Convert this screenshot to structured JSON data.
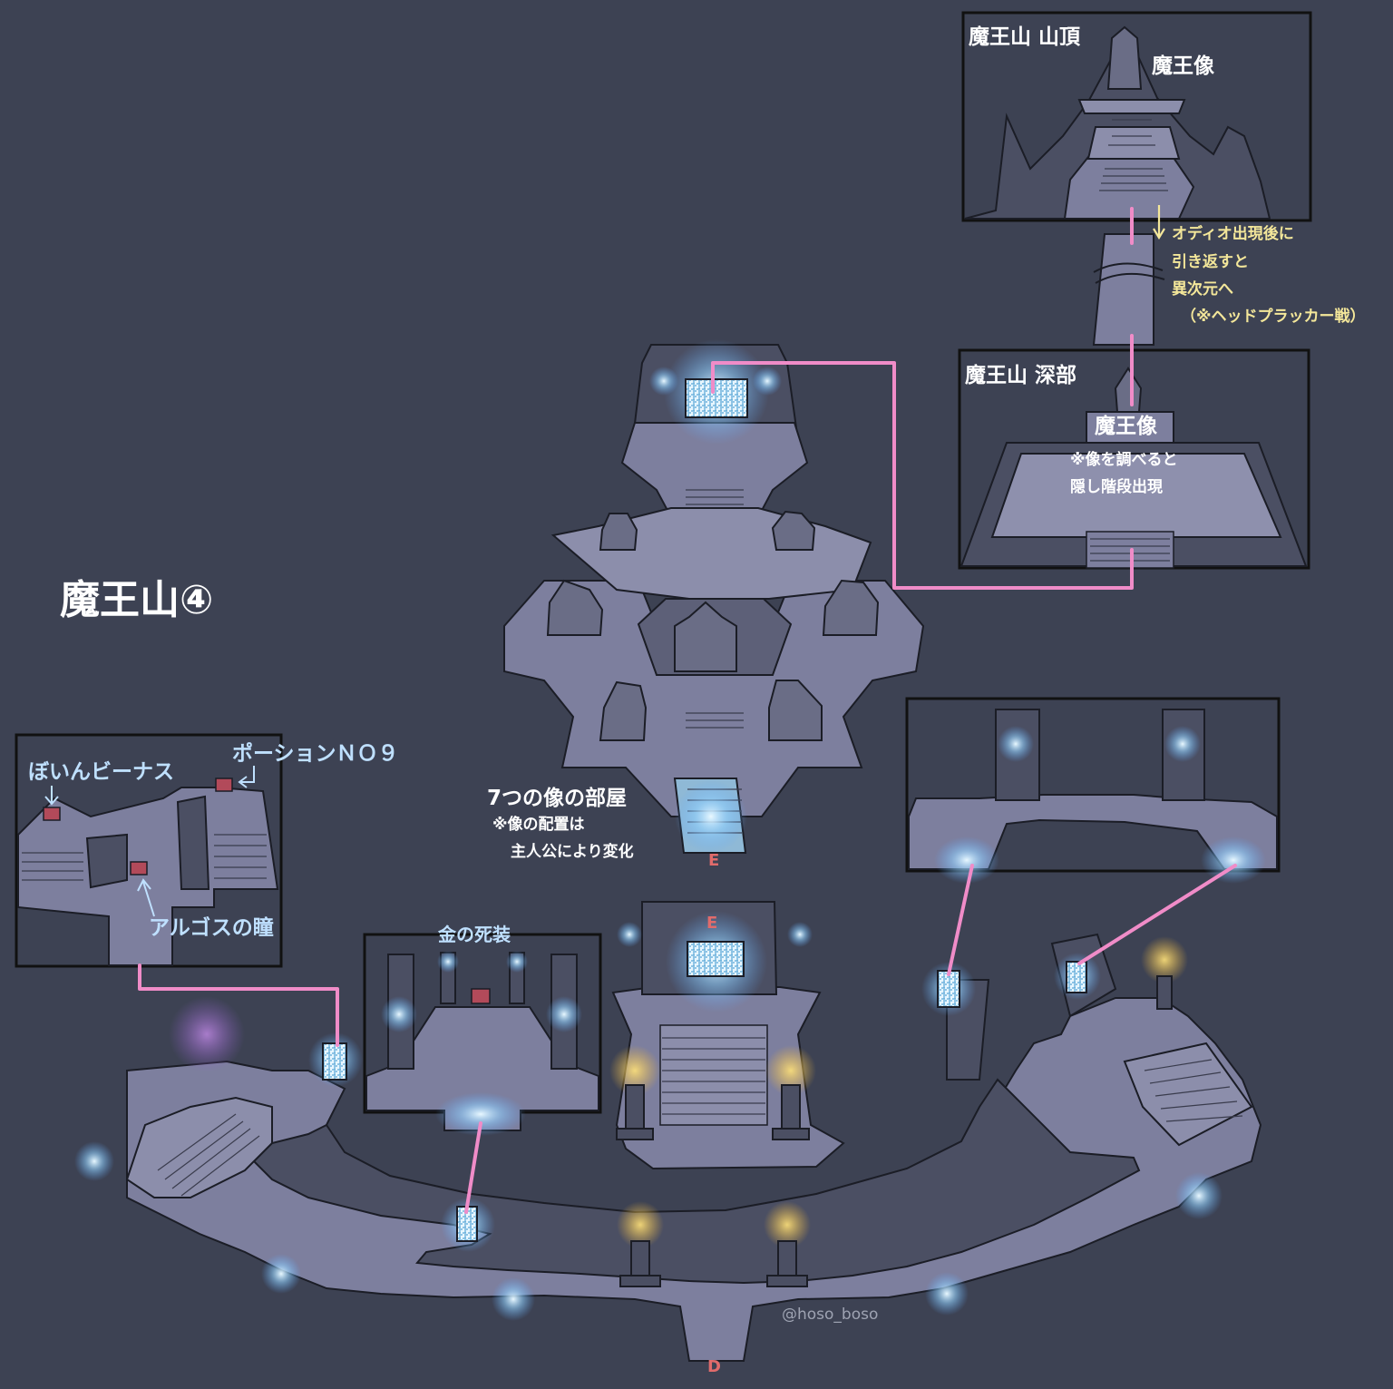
{
  "map_title": "魔王山④",
  "summit": {
    "title": "魔王山 山頂",
    "statue": "魔王像"
  },
  "summit_note": {
    "line1": "オディオ出現後に",
    "line2": "引き返すと",
    "line3": "異次元へ",
    "line4": "（※ヘッドプラッカー戦）"
  },
  "depths": {
    "title": "魔王山 深部",
    "statue": "魔王像",
    "note1": "※像を調べると",
    "note2": "隠し階段出現"
  },
  "statue_room": {
    "title": "7つの像の部屋",
    "note1": "※像の配置は",
    "note2": "主人公により変化"
  },
  "treasure_room": {
    "item1": "ぼいんビーナス",
    "item2": "ポーションＮＯ９",
    "item3": "アルゴスの瞳"
  },
  "gold_room": {
    "item": "金の死装"
  },
  "exits": {
    "e_upper": "E",
    "e_lower": "E",
    "d": "D"
  },
  "watermark": "@hoso_boso",
  "colors": {
    "background": "#3d4253",
    "floor": "#7d7f9e",
    "route": "#f08cc8",
    "glow": "#cfeeff",
    "torch": "#f2b531"
  }
}
